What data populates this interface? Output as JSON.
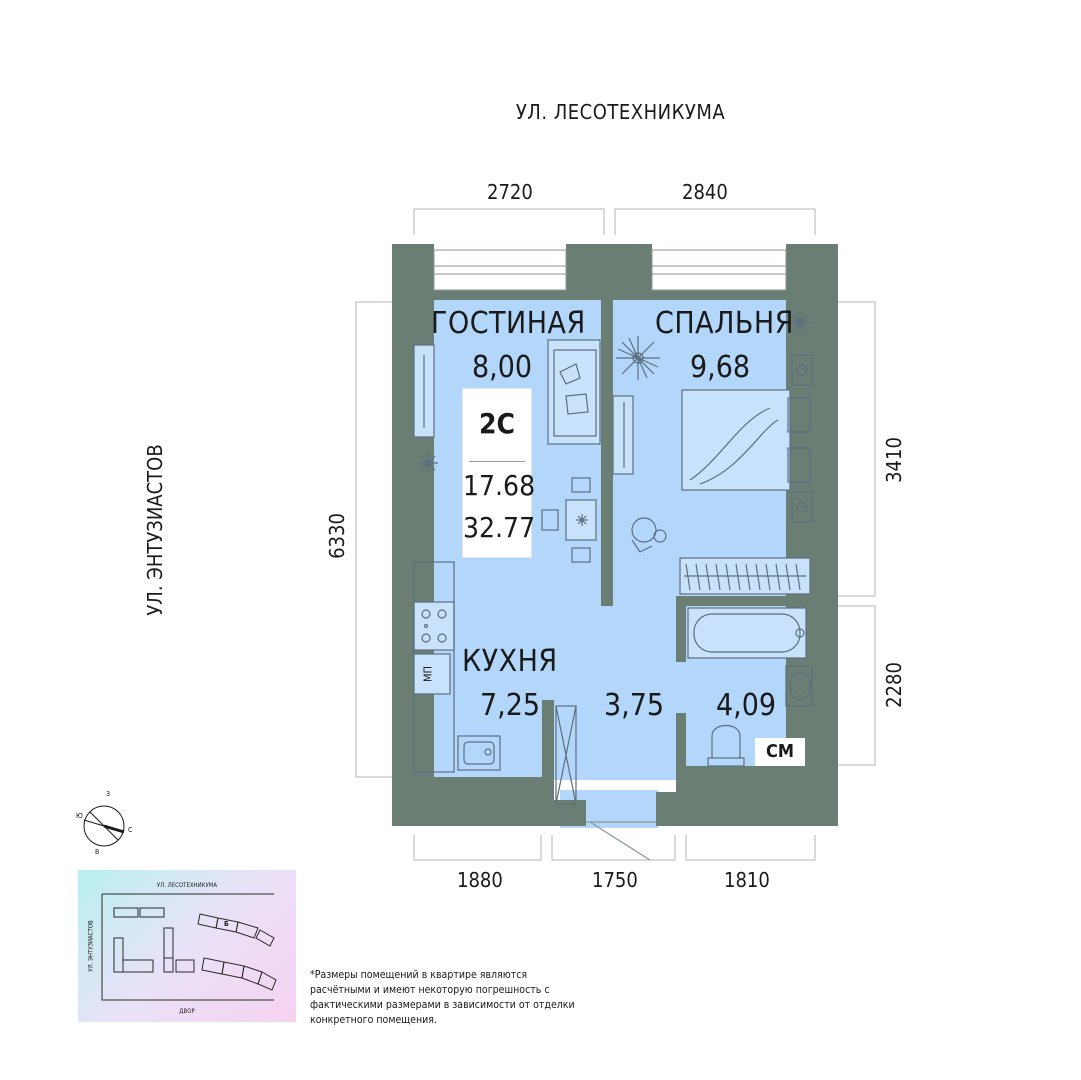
{
  "streets": {
    "top": "УЛ. ЛЕСОТЕХНИКУМА",
    "left": "УЛ. ЭНТУЗИАСТОВ"
  },
  "dimensions": {
    "top_left": "2720",
    "top_right": "2840",
    "left_total": "6330",
    "right_upper": "3410",
    "right_lower": "2280",
    "bottom_left": "1880",
    "bottom_mid": "1750",
    "bottom_right": "1810"
  },
  "rooms": {
    "living": {
      "name": "ГОСТИНАЯ",
      "area": "8,00"
    },
    "bedroom": {
      "name": "СПАЛЬНЯ",
      "area": "9,68"
    },
    "kitchen": {
      "name": "КУХНЯ",
      "area": "7,25"
    },
    "hall": {
      "area": "3,75"
    },
    "bath": {
      "area": "4,09"
    }
  },
  "apartment": {
    "type": "2С",
    "living_area": "17.68",
    "total_area": "32.77"
  },
  "fixtures": {
    "bathroom_label": "СМ",
    "microwave_label": "МП"
  },
  "compass": {
    "n": "З",
    "e": "С",
    "s": "В",
    "w": "Ю"
  },
  "site_plan": {
    "street_top": "УЛ. ЛЕСОТЕХНИКУМА",
    "street_left": "УЛ. ЭНТУЗИАСТОВ",
    "yard": "ДВОР",
    "section": "Б"
  },
  "footnote": "*Размеры помещений в квартире являются расчётными и имеют некоторую погрешность с фактическими размерами в зависимости от отделки конкретного помещения.",
  "colors": {
    "wall": "#6b7e74",
    "floor": "#b3d7fb",
    "dimension_line": "#b5b5b5",
    "fixture_line": "#5a6f80"
  }
}
